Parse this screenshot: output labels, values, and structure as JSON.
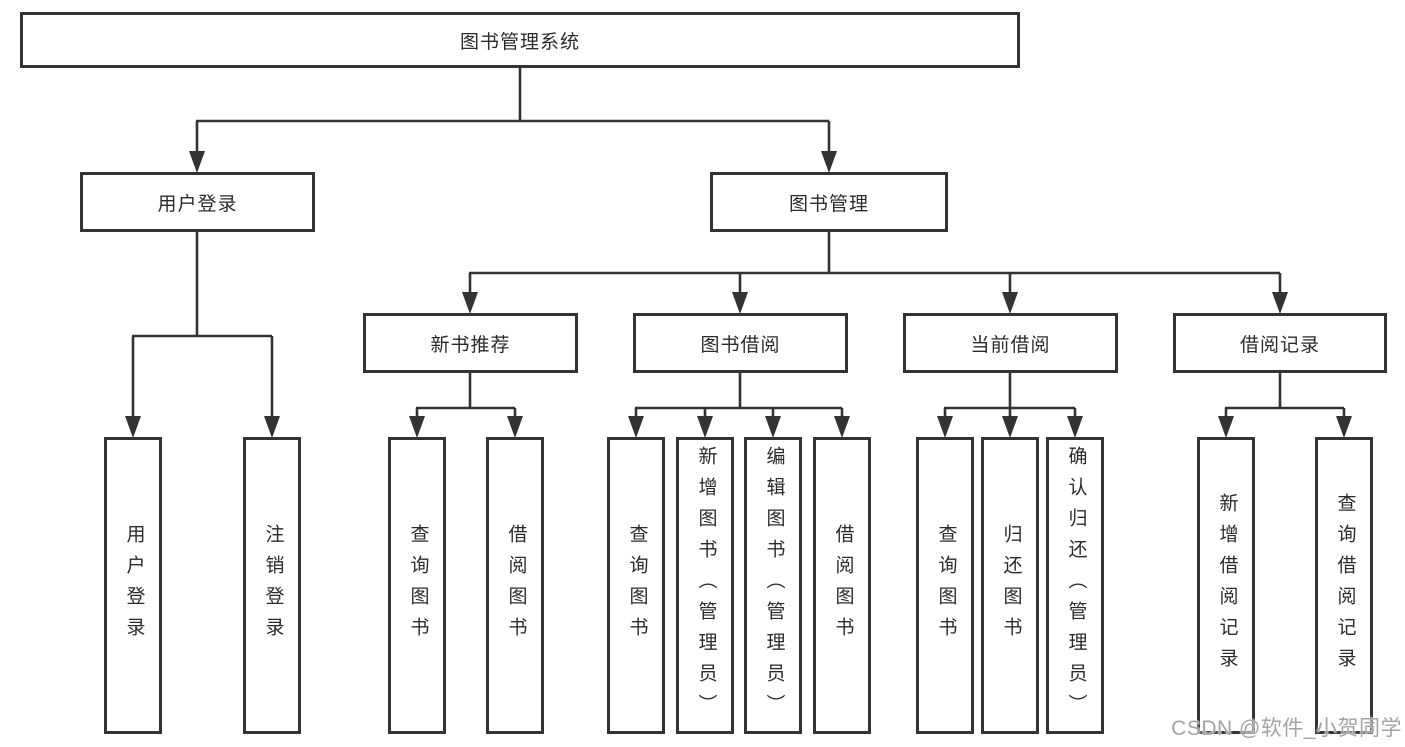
{
  "tree": {
    "label": "图书管理系统",
    "children": [
      {
        "label": "用户登录",
        "children": [
          {
            "label": "用户登录"
          },
          {
            "label": "注销登录"
          }
        ]
      },
      {
        "label": "图书管理",
        "children": [
          {
            "label": "新书推荐",
            "children": [
              {
                "label": "查询图书"
              },
              {
                "label": "借阅图书"
              }
            ]
          },
          {
            "label": "图书借阅",
            "children": [
              {
                "label": "查询图书"
              },
              {
                "label": "新增图书（管理员）"
              },
              {
                "label": "编辑图书（管理员）"
              },
              {
                "label": "借阅图书"
              }
            ]
          },
          {
            "label": "当前借阅",
            "children": [
              {
                "label": "查询图书"
              },
              {
                "label": "归还图书"
              },
              {
                "label": "确认归还（管理员）"
              }
            ]
          },
          {
            "label": "借阅记录",
            "children": [
              {
                "label": "新增借阅记录"
              },
              {
                "label": "查询借阅记录"
              }
            ]
          }
        ]
      }
    ]
  },
  "watermark": "CSDN @软件_小贺同学",
  "colors": {
    "line": "#333333",
    "box_border": "#333333",
    "text": "#2b2b2b",
    "background": "#ffffff",
    "watermark_text": "#a3a3a3"
  }
}
